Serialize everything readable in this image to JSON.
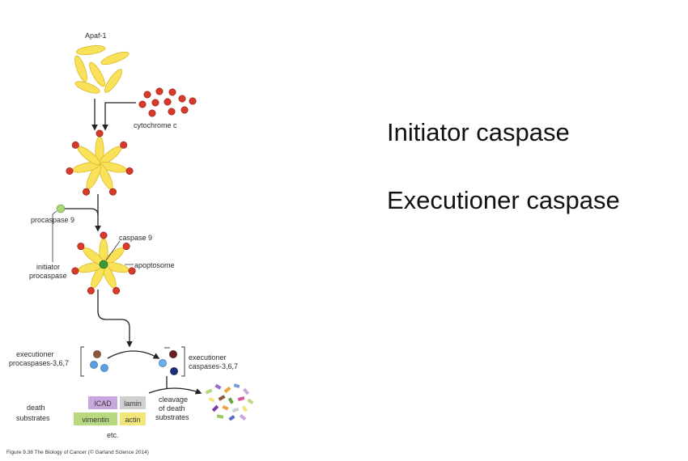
{
  "diagram": {
    "labels": {
      "apaf1": "Apaf-1",
      "cytochrome": "cytochrome c",
      "procaspase9": "procaspase 9",
      "caspase9": "caspase 9",
      "initiator_procaspase_line1": "initiator",
      "initiator_procaspase_line2": "procaspase",
      "apoptosome": "apoptosome",
      "exec_procaspases_line1": "executioner",
      "exec_procaspases_line2": "procaspases-3,6,7",
      "exec_caspases_line1": "executioner",
      "exec_caspases_line2": "caspases-3,6,7",
      "cleavage_line1": "cleavage",
      "cleavage_line2": "of death",
      "cleavage_line3": "substrates",
      "death_substrates_line1": "death",
      "death_substrates_line2": "substrates",
      "etc": "etc."
    },
    "substrates": {
      "icad": "ICAD",
      "lamin": "lamin",
      "vimentin": "vimentin",
      "actin": "actin"
    },
    "caption": "Figure 9.38 The Biology of Cancer (© Garland Science 2014)"
  },
  "slide": {
    "items": [
      "Initiator caspase",
      "Executioner caspase"
    ]
  },
  "colors": {
    "apaf_yellow": "#f9e15a",
    "apaf_stroke": "#d9b92a",
    "cyto_red": "#d83a2a",
    "procaspase9_green": "#a8d878",
    "caspase9_green": "#3a9a3a",
    "brown": "#8a5a3a",
    "blue": "#3a78c8",
    "dark_red": "#6a2020",
    "navy": "#1e2f7a",
    "icad_purple": "#c8a8dc",
    "lamin_gray": "#cfcfcf",
    "vimentin_green": "#b8d880",
    "actin_yellow": "#f2e67a"
  }
}
